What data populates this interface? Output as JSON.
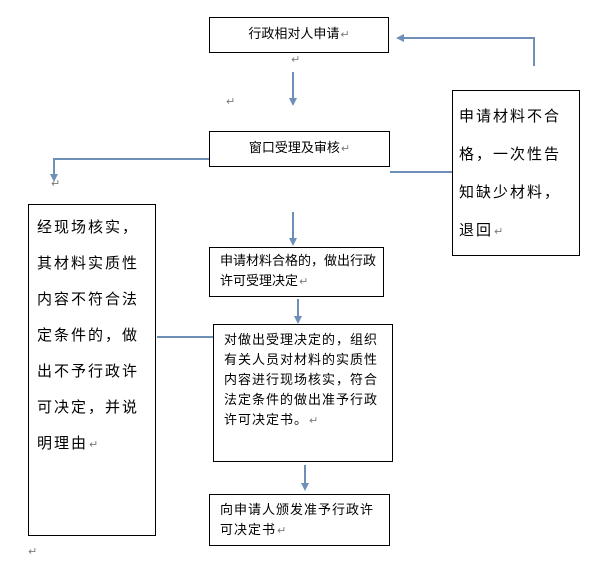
{
  "flowchart": {
    "nodes": {
      "applicant": "行政相对人申请",
      "window_review": "窗口受理及审核",
      "qualified": "申请材料合格的，做出行政许可受理决定",
      "onsite_check": "对做出受理决定的，组织有关人员对材料的实质性内容进行现场核实，符合法定条件的做出准予行政许可决定书。",
      "issue": "向申请人颁发准予行政许可决定书",
      "rejected": "申请材料不合格，一次性告知缺少材料，退回",
      "not_granted": "经现场核实，其材料实质性内容不符合法定条件的，做出不予行政许可决定，并说明理由"
    },
    "mark": "↵"
  },
  "colors": {
    "arrow": "#6e8fb8",
    "border": "#000000"
  }
}
